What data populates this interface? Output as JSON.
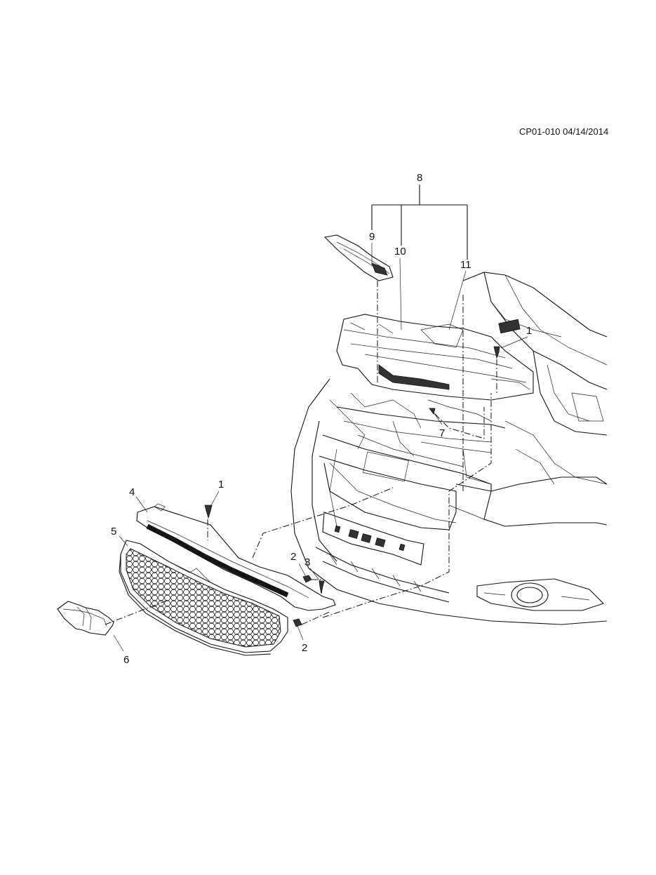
{
  "header": {
    "doc_code": "CP01-010 04/14/2014"
  },
  "callouts": {
    "c1_top": "1",
    "c1_left": "1",
    "c2_upper": "2",
    "c2_lower": "2",
    "c3": "3",
    "c4": "4",
    "c5": "5",
    "c6": "6",
    "c7": "7",
    "c8": "8",
    "c9": "9",
    "c10": "10",
    "c11": "11"
  }
}
